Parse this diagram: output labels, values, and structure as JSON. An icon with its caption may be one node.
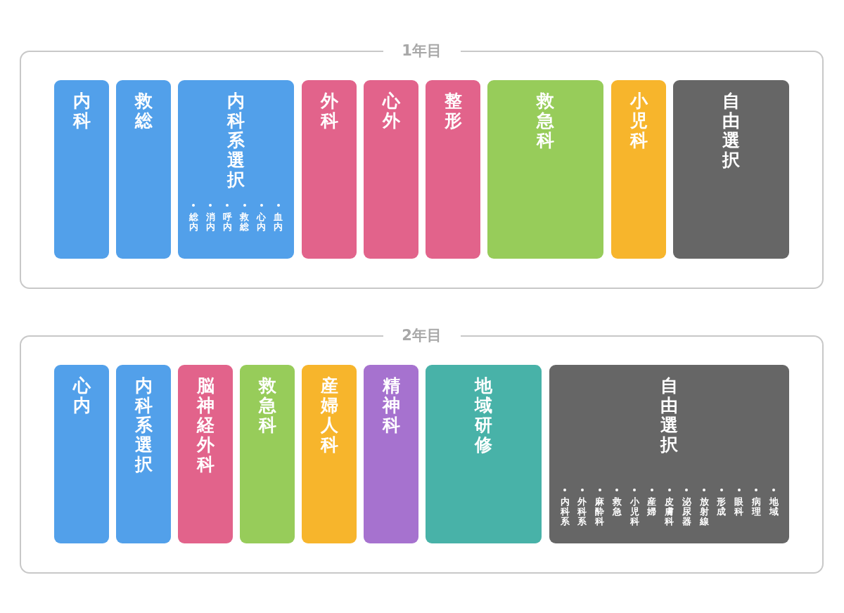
{
  "diagram": {
    "nodes": [
      {
        "text": [
          "1年目"
        ]
      },
      {
        "text": [
          "内科"
        ],
        "in": 0
      },
      {
        "text": [
          "救総"
        ],
        "in": 0
      },
      {
        "text": [
          "内科系選択",
          "総内",
          "消内",
          "呼内",
          "救総",
          "心内",
          "血内"
        ],
        "in": 0
      },
      {
        "text": [
          "外科"
        ],
        "in": 0
      },
      {
        "text": [
          "心外"
        ],
        "in": 0
      },
      {
        "text": [
          "整形"
        ],
        "in": 0
      },
      {
        "text": [
          "救急科"
        ],
        "in": 0
      },
      {
        "text": [
          "小児科"
        ],
        "in": 0
      },
      {
        "text": [
          "自由選択"
        ],
        "in": 0
      },
      {
        "text": [
          "2年目"
        ]
      },
      {
        "text": [
          "心内"
        ],
        "in": 10
      },
      {
        "text": [
          "内科系選択"
        ],
        "in": 10
      },
      {
        "text": [
          "脳神経外科"
        ],
        "in": 10
      },
      {
        "text": [
          "救急科"
        ],
        "in": 10
      },
      {
        "text": [
          "産婦人科"
        ],
        "in": 10
      },
      {
        "text": [
          "精神科"
        ],
        "in": 10
      },
      {
        "text": [
          "地域研修"
        ],
        "in": 10
      },
      {
        "text": [
          "自由選択",
          "内科系",
          "外科系",
          "麻酔科",
          "救急",
          "小児科",
          "産婦",
          "皮膚科",
          "泌尿器",
          "放射線",
          "形成",
          "眼科",
          "病理",
          "地域"
        ],
        "in": 10
      }
    ]
  }
}
